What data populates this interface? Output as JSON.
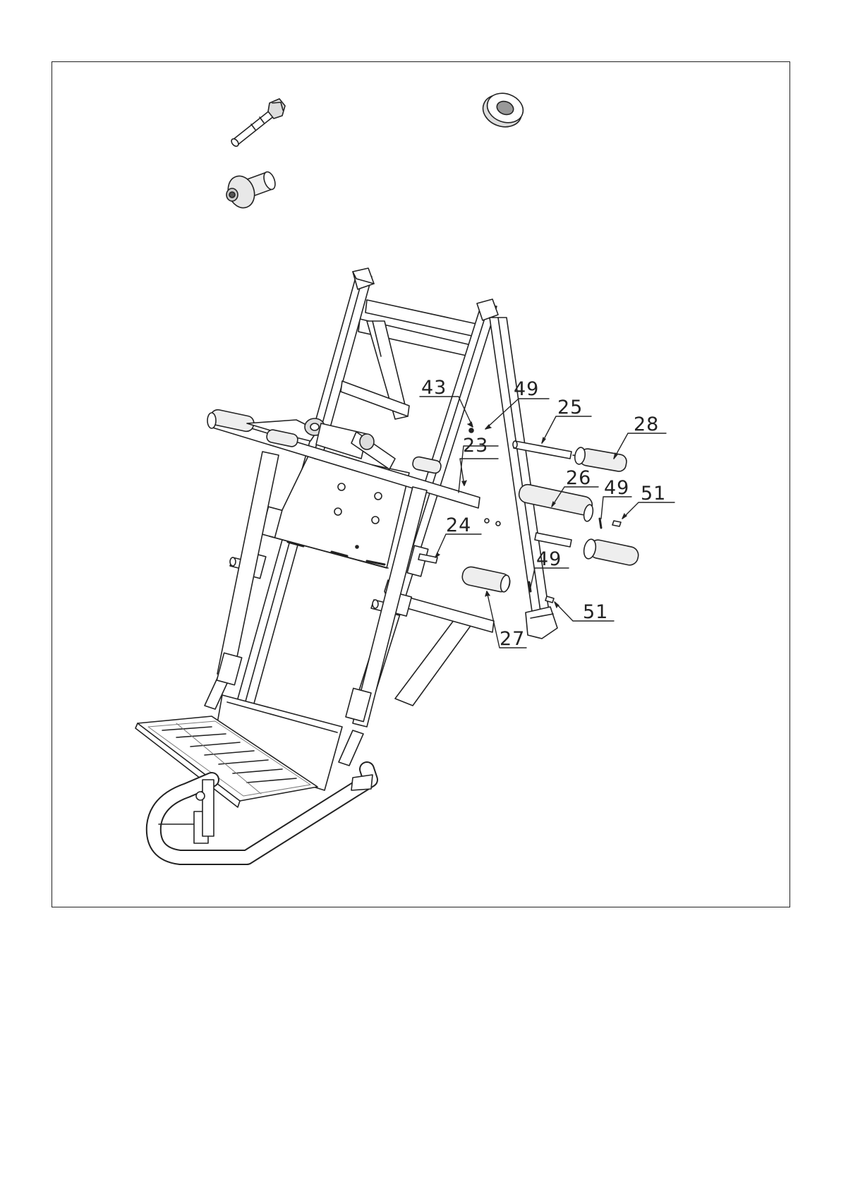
{
  "diagram": {
    "colors": {
      "line": "#222222",
      "fill": "#ffffff",
      "shade": "#d9d9d9",
      "dark": "#555555",
      "background": "#ffffff"
    },
    "hardware": [
      {
        "id": "bolt",
        "icon": "hex-bolt-icon"
      },
      {
        "id": "washer",
        "icon": "washer-icon"
      },
      {
        "id": "cap-nut",
        "icon": "cap-nut-icon"
      }
    ],
    "callouts": [
      {
        "id": "c43",
        "label": "43"
      },
      {
        "id": "c49a",
        "label": "49"
      },
      {
        "id": "c25",
        "label": "25"
      },
      {
        "id": "c28",
        "label": "28"
      },
      {
        "id": "c23",
        "label": "23"
      },
      {
        "id": "c26",
        "label": "26"
      },
      {
        "id": "c49b",
        "label": "49"
      },
      {
        "id": "c51a",
        "label": "51"
      },
      {
        "id": "c24",
        "label": "24"
      },
      {
        "id": "c49c",
        "label": "49"
      },
      {
        "id": "c51b",
        "label": "51"
      },
      {
        "id": "c27",
        "label": "27"
      }
    ]
  }
}
